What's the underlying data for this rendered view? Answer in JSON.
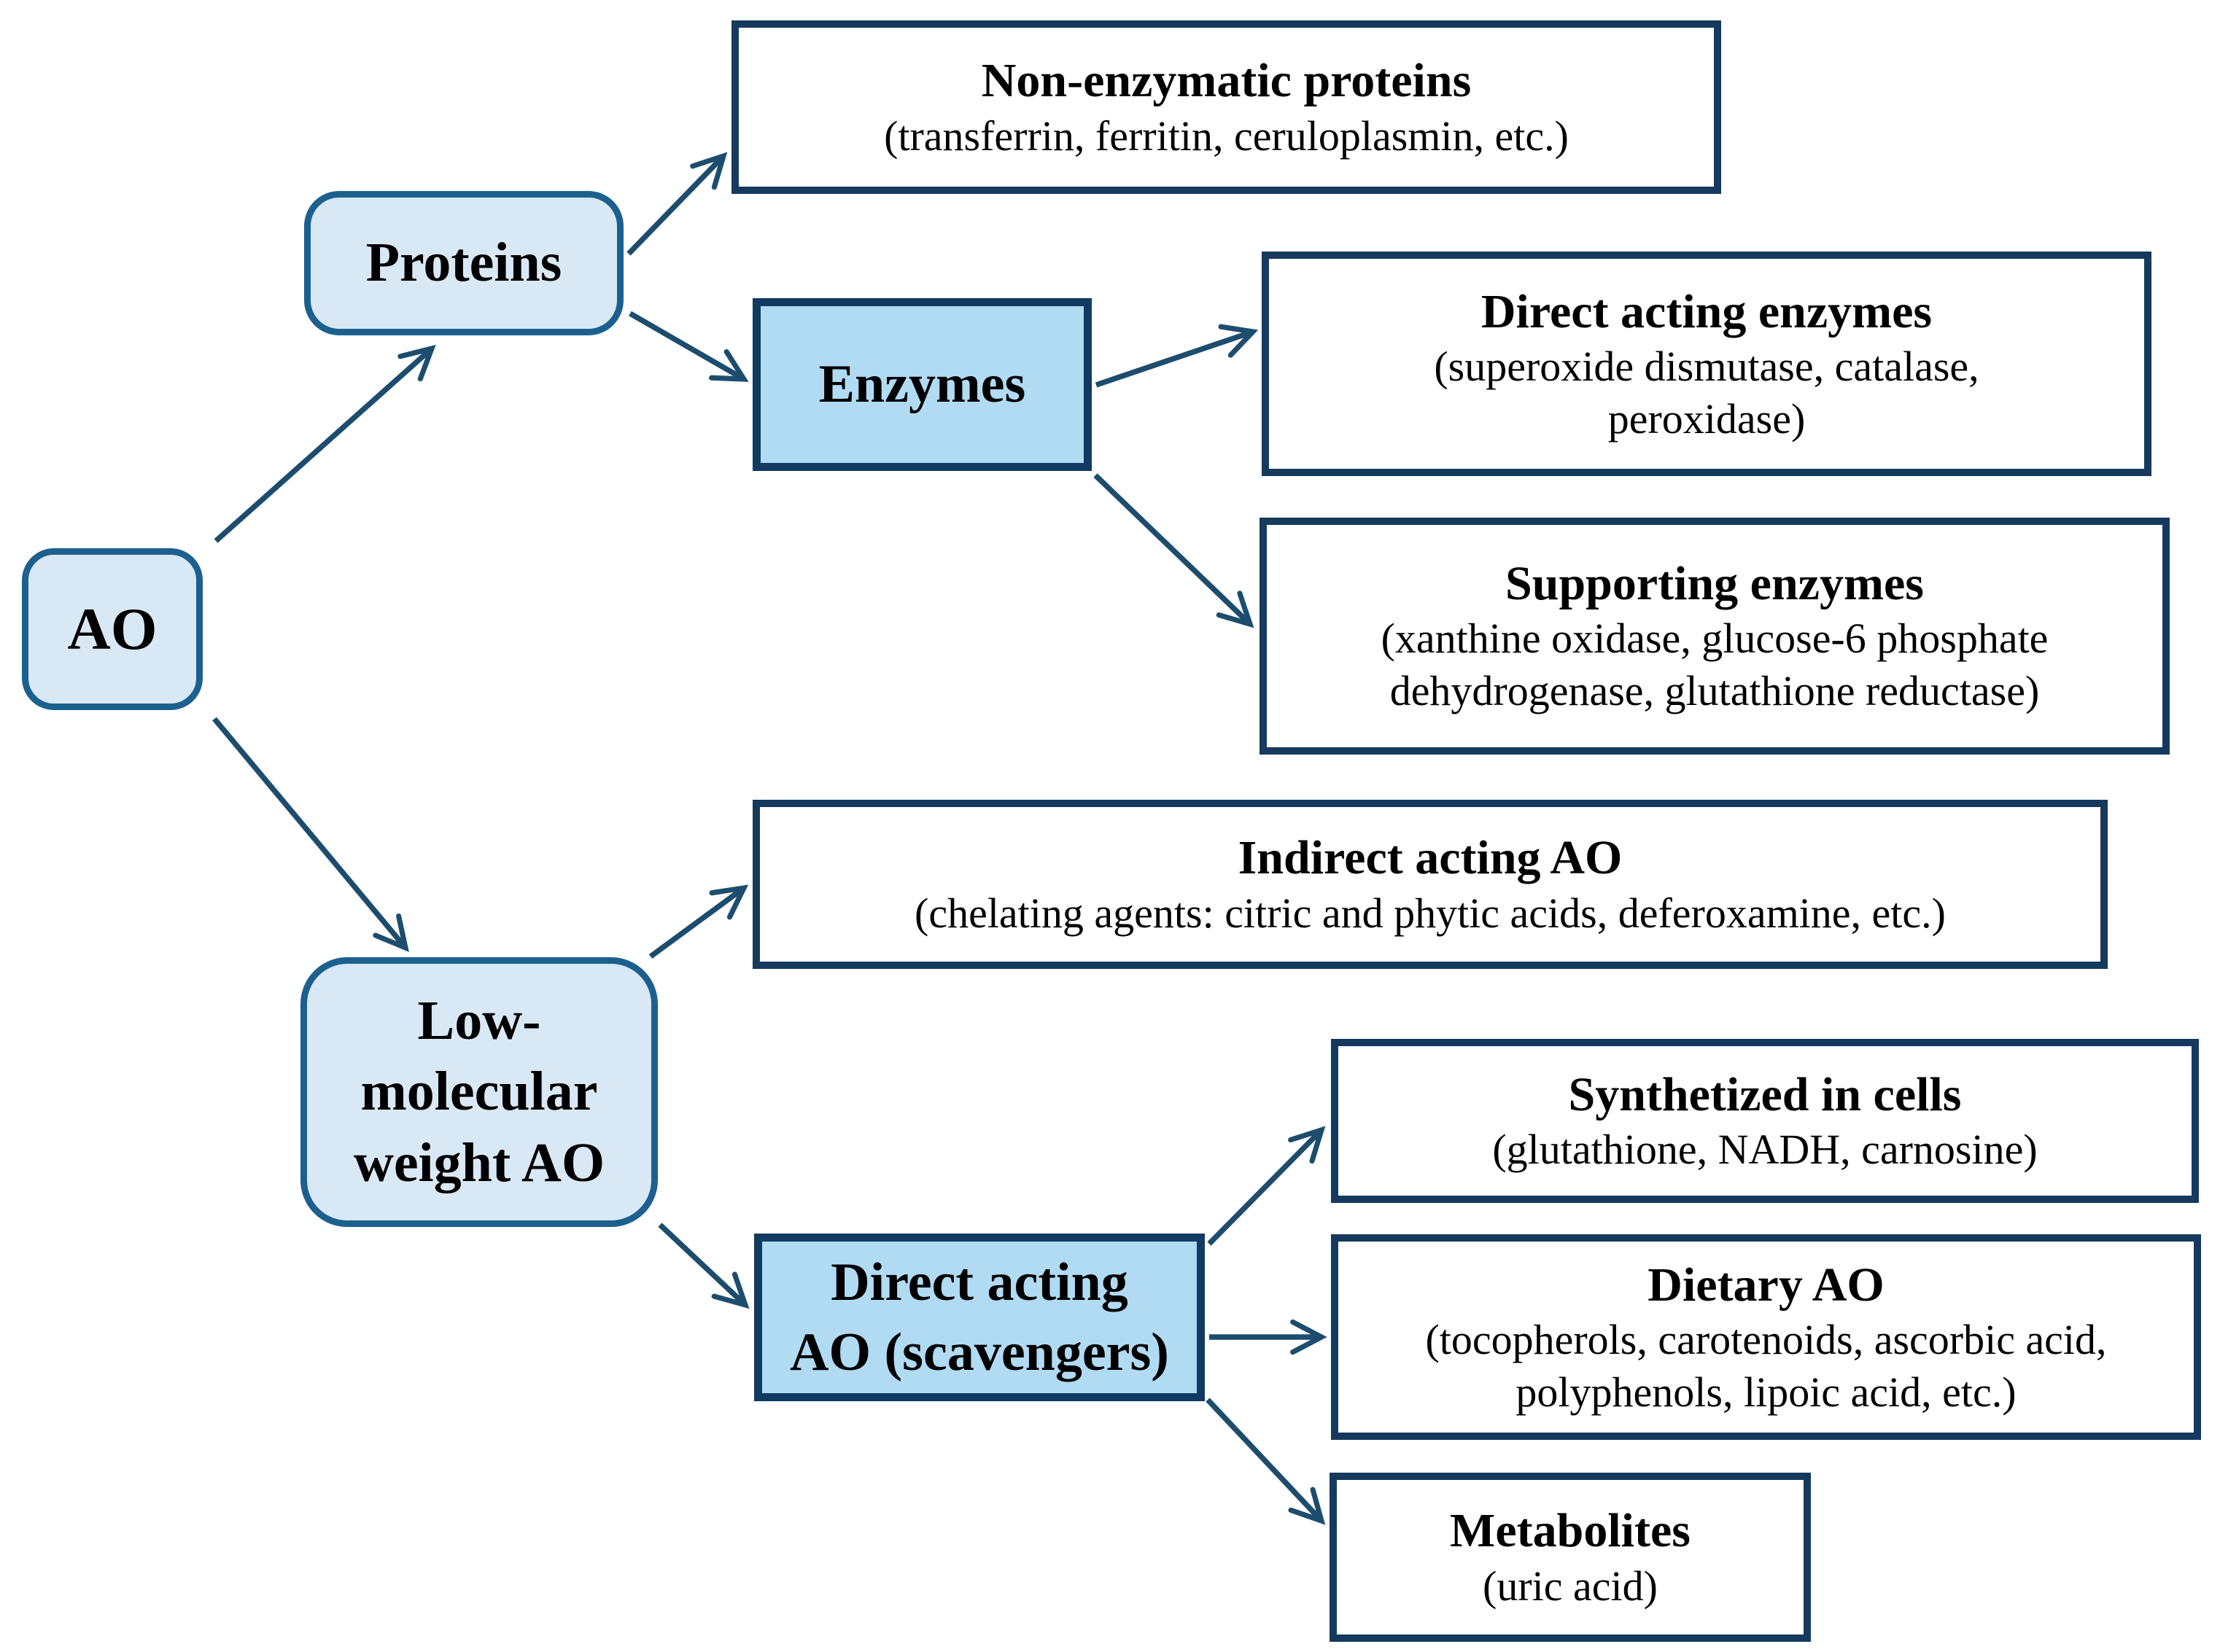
{
  "diagram": {
    "nodes": {
      "ao": {
        "title": "AO"
      },
      "proteins": {
        "title": "Proteins"
      },
      "low_molecular": {
        "title": "Low-\nmolecular\nweight AO"
      },
      "enzymes": {
        "title": "Enzymes"
      },
      "direct_scavengers": {
        "title": "Direct acting\nAO (scavengers)"
      },
      "non_enzymatic": {
        "title": "Non-enzymatic proteins",
        "subtitle": "(transferrin, ferritin, ceruloplasmin, etc.)"
      },
      "direct_enzymes": {
        "title": "Direct acting enzymes",
        "subtitle": "(superoxide dismutase, catalase,\nperoxidase)"
      },
      "supporting_enzymes": {
        "title": "Supporting enzymes",
        "subtitle": "(xanthine oxidase, glucose-6 phosphate\ndehydrogenase, glutathione reductase)"
      },
      "indirect_ao": {
        "title": "Indirect acting AO",
        "subtitle": "(chelating agents: citric and phytic acids, deferoxamine, etc.)"
      },
      "synthetized": {
        "title": "Synthetized in cells",
        "subtitle": "(glutathione, NADH, carnosine)"
      },
      "dietary": {
        "title": "Dietary AO",
        "subtitle": "(tocopherols, carotenoids, ascorbic acid,\npolyphenols, lipoic acid, etc.)"
      },
      "metabolites": {
        "title": "Metabolites",
        "subtitle": "(uric acid)"
      }
    },
    "edges": [
      {
        "from": "ao",
        "to": "proteins"
      },
      {
        "from": "ao",
        "to": "low_molecular"
      },
      {
        "from": "proteins",
        "to": "non_enzymatic"
      },
      {
        "from": "proteins",
        "to": "enzymes"
      },
      {
        "from": "enzymes",
        "to": "direct_enzymes"
      },
      {
        "from": "enzymes",
        "to": "supporting_enzymes"
      },
      {
        "from": "low_molecular",
        "to": "indirect_ao"
      },
      {
        "from": "low_molecular",
        "to": "direct_scavengers"
      },
      {
        "from": "direct_scavengers",
        "to": "synthetized"
      },
      {
        "from": "direct_scavengers",
        "to": "dietary"
      },
      {
        "from": "direct_scavengers",
        "to": "metabolites"
      }
    ]
  },
  "colors": {
    "background": "#ffffff",
    "text": "#000000",
    "rounded_fill": "#d9e8f5",
    "rounded_border": "#1c608f",
    "strong_fill": "#b1daf3",
    "strong_border": "#103a60",
    "plain_border": "#16395e",
    "arrow": "#1d4d6e"
  }
}
